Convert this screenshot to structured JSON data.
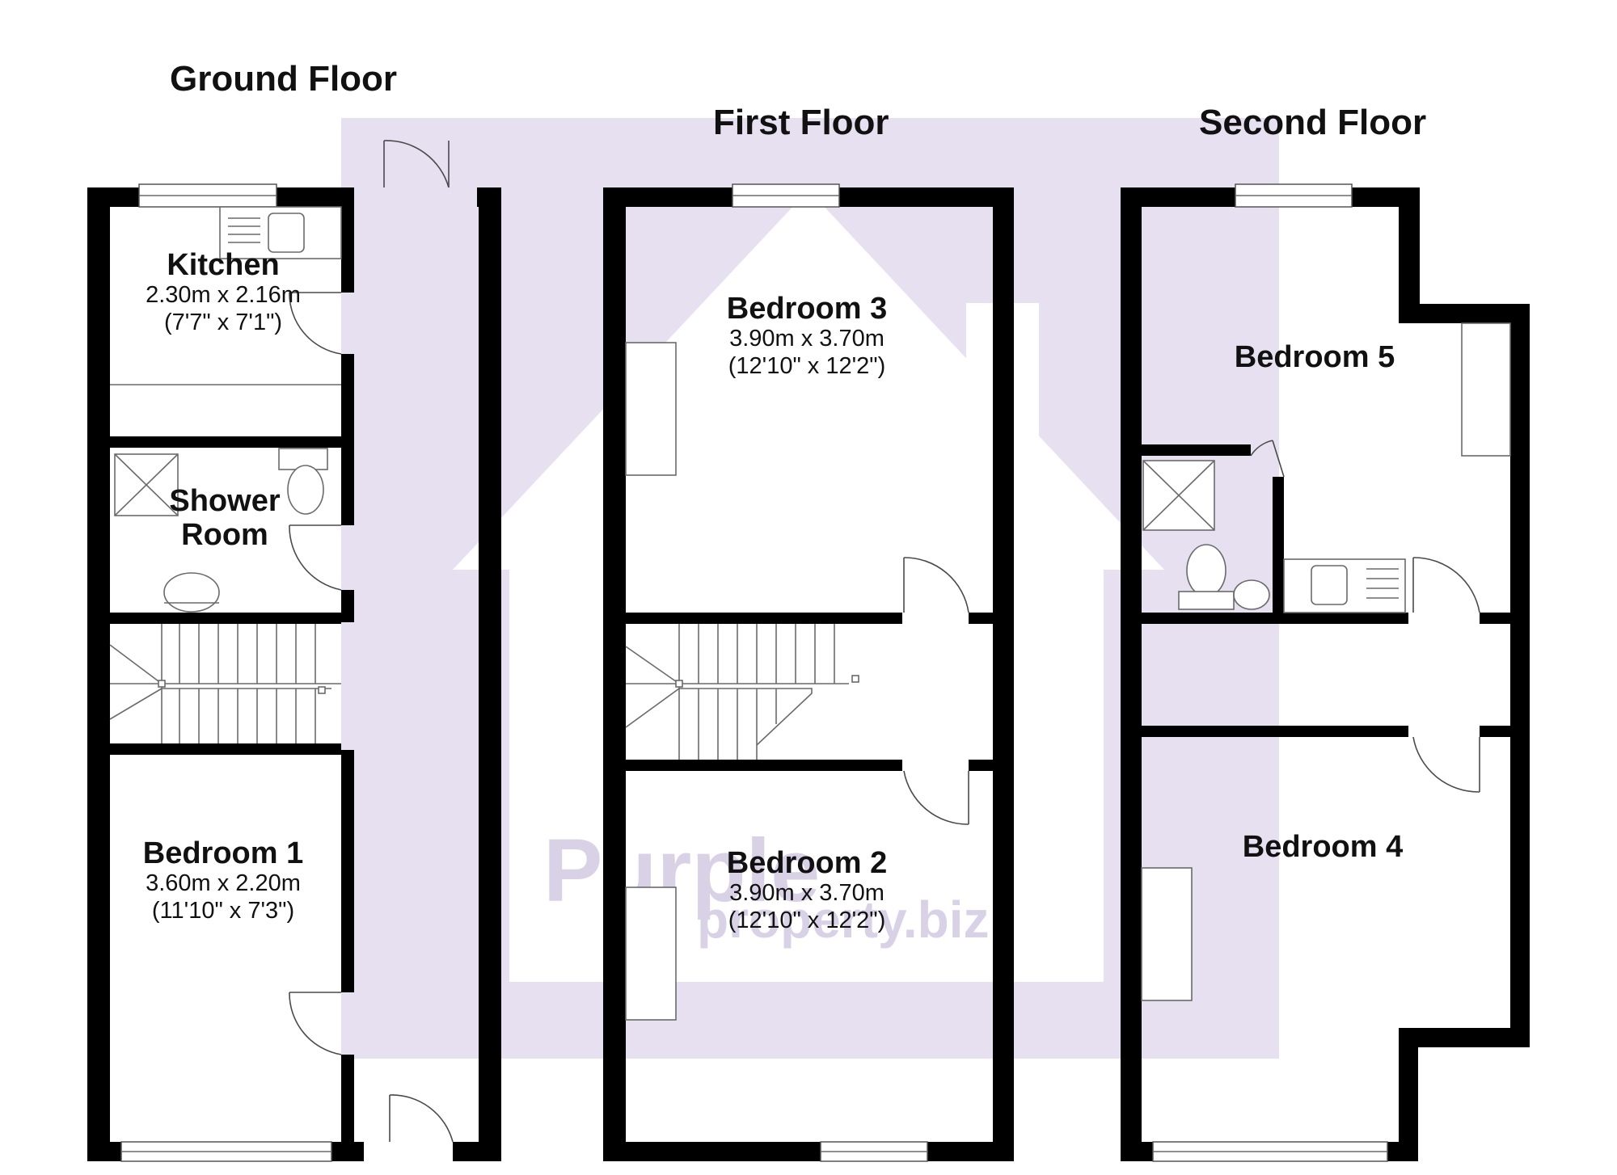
{
  "floors": [
    {
      "title": "Ground Floor",
      "rooms": [
        {
          "name": "Kitchen",
          "metric": "2.30m x 2.16m",
          "imperial": "(7'7\" x 7'1\")"
        },
        {
          "name_line1": "Shower",
          "name_line2": "Room"
        },
        {
          "name": "Bedroom 1",
          "metric": "3.60m x 2.20m",
          "imperial": "(11'10\" x 7'3\")"
        }
      ]
    },
    {
      "title": "First Floor",
      "rooms": [
        {
          "name": "Bedroom 3",
          "metric": "3.90m x 3.70m",
          "imperial": "(12'10\" x 12'2\")"
        },
        {
          "name": "Bedroom 2",
          "metric": "3.90m x 3.70m",
          "imperial": "(12'10\" x 12'2\")"
        }
      ]
    },
    {
      "title": "Second Floor",
      "rooms": [
        {
          "name": "Bedroom 5"
        },
        {
          "name": "Bedroom 4"
        }
      ]
    }
  ],
  "watermark": {
    "line1": "Purple",
    "line2": "property.biz",
    "color": "#d9d2e6"
  },
  "colors": {
    "wall": "#000000",
    "watermark": "#e3dcef"
  }
}
